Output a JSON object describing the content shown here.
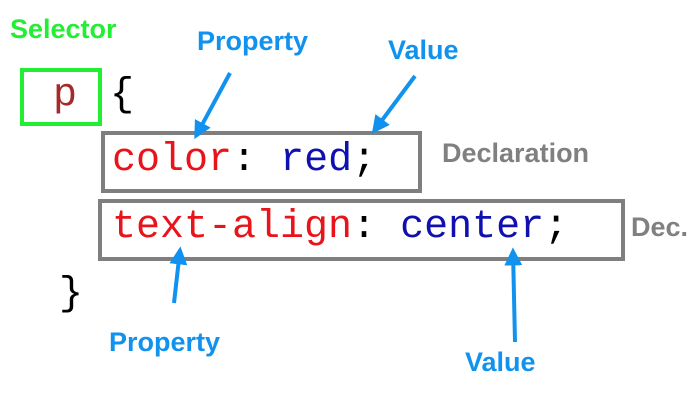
{
  "labels": {
    "selector": "Selector",
    "property_top": "Property",
    "value_top": "Value",
    "declaration": "Declaration",
    "declaration_short": "Dec.",
    "property_bottom": "Property",
    "value_bottom": "Value"
  },
  "code": {
    "selector": "p",
    "open_brace": "{",
    "close_brace": "}",
    "decl1": {
      "property": "color",
      "colon": ":",
      "value": "red",
      "semicolon": ";"
    },
    "decl2": {
      "property": "text-align",
      "colon": ":",
      "value": "center",
      "semicolon": ";"
    }
  },
  "colors": {
    "selector_label": "#22ee33",
    "annotation": "#1192ee",
    "declaration_label": "#808080",
    "property": "#e8141a",
    "value": "#1010b0",
    "selector_text": "#a52a2a"
  }
}
